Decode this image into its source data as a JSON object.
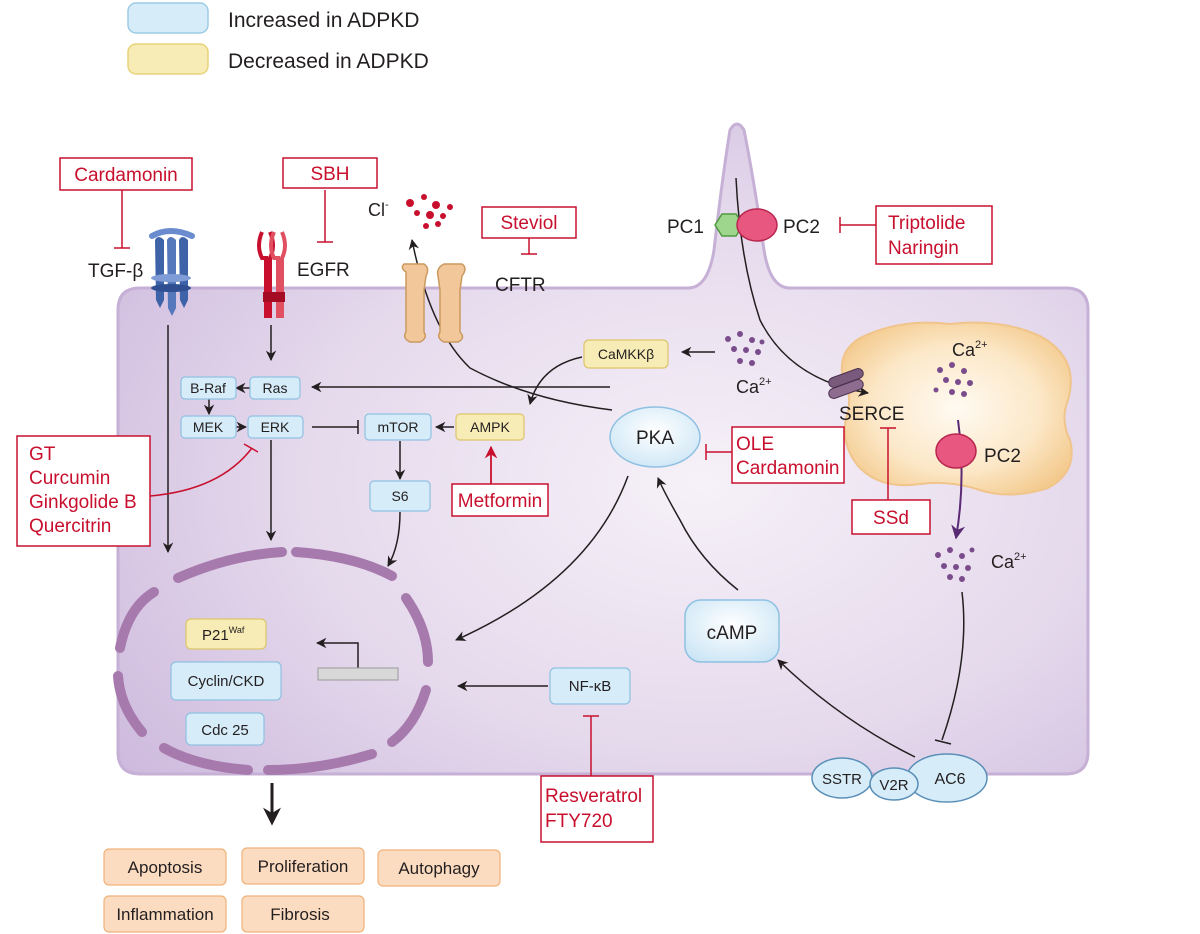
{
  "legend": {
    "increased": "Increased in ADPKD",
    "decreased": "Decreased in ADPKD",
    "increased_color": "#d6ecf8",
    "decreased_color": "#f8ecb6"
  },
  "colors": {
    "cell": "#dccde6",
    "cell_border": "#cdb7dc",
    "nucleus": "#a77aad",
    "inhibitor": "#c8102e",
    "er": "#f9dcae",
    "pc2": "#e8577f",
    "pc1": "#9ed68d",
    "cftr": "#f2c89a",
    "outcome": "#fbdcc0"
  },
  "receptors": {
    "tgfb": "TGF-β",
    "egfr": "EGFR",
    "cftr": "CFTR",
    "pc1": "PC1",
    "pc2_cilium": "PC2",
    "pc2_er": "PC2",
    "serce": "SERCE"
  },
  "ions": {
    "cl": "Cl",
    "cl_sup": "-",
    "ca_base": "Ca",
    "ca_sup": "2+"
  },
  "nodes": {
    "braf": "B-Raf",
    "ras": "Ras",
    "mek": "MEK",
    "erk": "ERK",
    "mtor": "mTOR",
    "ampk": "AMPK",
    "camkk": "CaMKKβ",
    "s6": "S6",
    "pka": "PKA",
    "camp": "cAMP",
    "nfkb": "NF-κB",
    "p21": "P21",
    "p21_sup": "Waf",
    "cyclin": "Cyclin/CKD",
    "cdc25": "Cdc 25",
    "sstr": "SSTR",
    "v2r": "V2R",
    "ac6": "AC6"
  },
  "drugs": {
    "cardamonin_top": "Cardamonin",
    "sbh": "SBH",
    "steviol": "Steviol",
    "triptolide": "Triptolide",
    "naringin": "Naringin",
    "gt": "GT",
    "curcumin": "Curcumin",
    "ginkgolide": "Ginkgolide B",
    "quercitrin": "Quercitrin",
    "metformin": "Metformin",
    "ole": "OLE",
    "cardamonin_pka": "Cardamonin",
    "ssd": "SSd",
    "resveratrol": "Resveratrol",
    "fty720": "FTY720"
  },
  "outcomes": {
    "apoptosis": "Apoptosis",
    "proliferation": "Proliferation",
    "autophagy": "Autophagy",
    "inflammation": "Inflammation",
    "fibrosis": "Fibrosis"
  }
}
